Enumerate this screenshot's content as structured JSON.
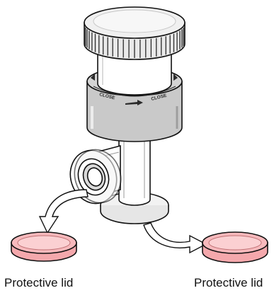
{
  "captions": {
    "left_lid": "Protective lid",
    "right_lid": "Protective lid"
  },
  "valve_markings": {
    "left": "CLOSE",
    "right": "CLOSE"
  },
  "colors": {
    "lid_fill": "#f4a8ac",
    "lid_inner": "#fbd0d2",
    "sleeve_gray": "#c9c9c9",
    "outline": "#111111",
    "arrow_fill": "#ffffff"
  },
  "icons": {
    "arrows": "curved-arrow-icon"
  }
}
